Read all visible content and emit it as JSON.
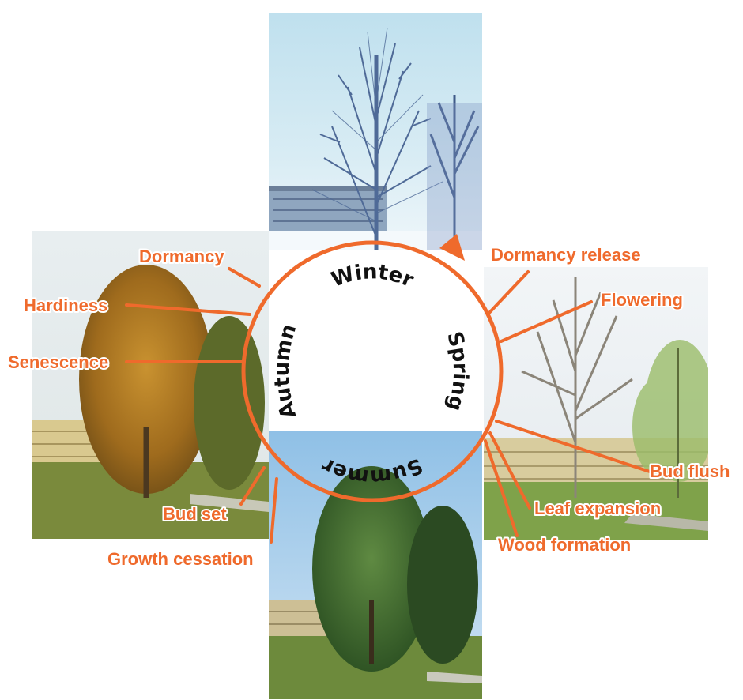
{
  "seasons": {
    "winter": "Winter",
    "spring": "Spring",
    "summer": "Summer",
    "autumn": "Autumn"
  },
  "labels": {
    "dormancy": "Dormancy",
    "hardiness": "Hardiness",
    "senescence": "Senescence",
    "bud_set": "Bud set",
    "growth_cessation": "Growth cessation",
    "dormancy_release": "Dormancy release",
    "flowering": "Flowering",
    "bud_flush": "Bud flush",
    "leaf_expansion": "Leaf expansion",
    "wood_formation": "Wood formation"
  },
  "colors": {
    "accent": "#ef6a2c",
    "text": "#111111"
  }
}
